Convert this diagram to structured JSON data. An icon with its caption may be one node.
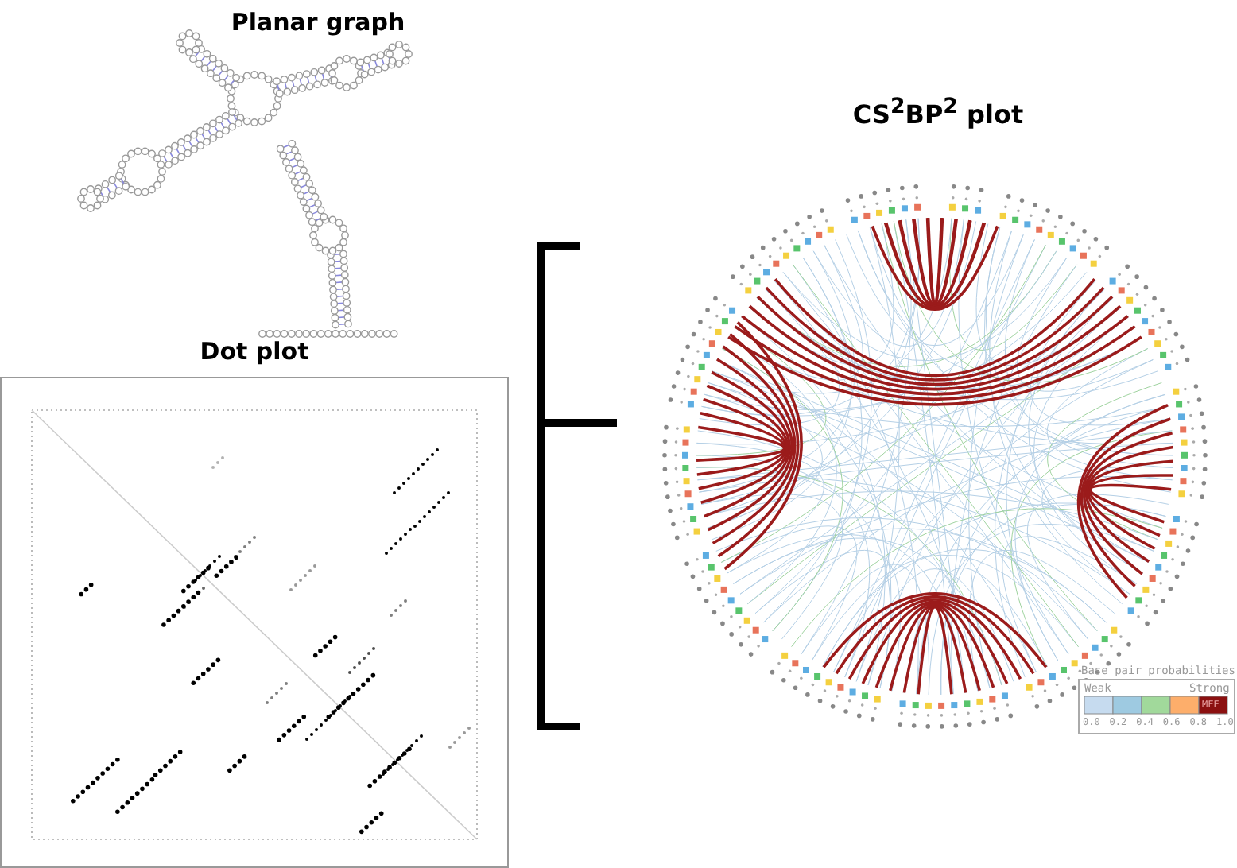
{
  "diagram": {
    "nodes": [
      {
        "text": [
          "Planar graph"
        ]
      },
      {
        "text": [
          "Dot plot"
        ]
      },
      {
        "text": [
          "CS$^{2}$BP$^{2}$ plot"
        ]
      }
    ],
    "labels": [
      "Base pair probabilities",
      "Weak",
      "Strong",
      "0.0",
      "0.2",
      "0.4",
      "0.6",
      "0.8",
      "1.0"
    ],
    "legend": [
      {
        "text": "MFE",
        "color": "#8b1010"
      }
    ]
  }
}
